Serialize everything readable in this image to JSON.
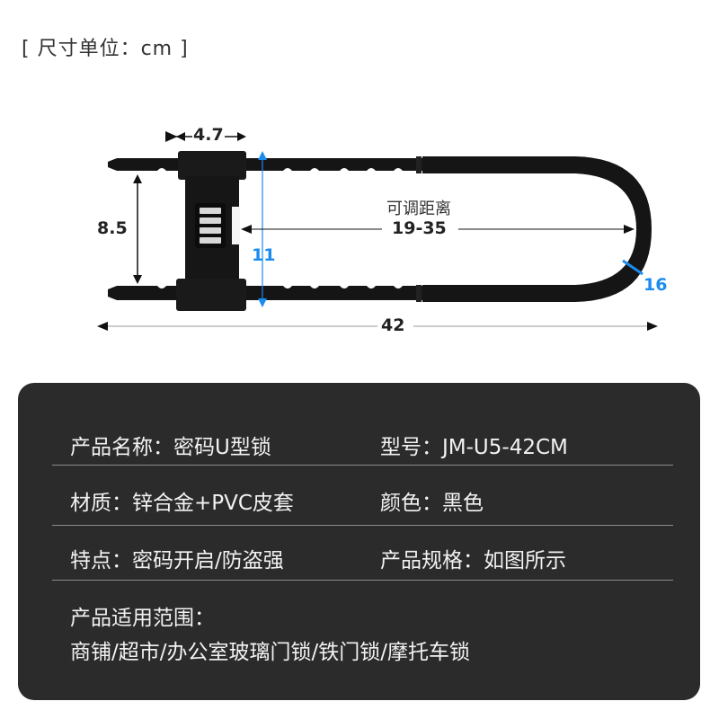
{
  "header": {
    "unit_label": "[ 尺寸单位：cm ]"
  },
  "diagram": {
    "dimensions": {
      "body_width": "4.7",
      "inner_height": "8.5",
      "outer_height": "11",
      "adjustable_caption": "可调距离",
      "adjustable_range": "19-35",
      "shackle_diameter": "16",
      "total_length": "42"
    },
    "colors": {
      "accent_blue": "#1a8cf0",
      "lock_black": "#141414",
      "card_bg": "#2b2b2b"
    }
  },
  "specs": {
    "rows": [
      {
        "left": "产品名称：密码U型锁",
        "right": "型号：JM-U5-42CM"
      },
      {
        "left": "材质：锌合金+PVC皮套",
        "right": "颜色：黑色"
      },
      {
        "left": "特点：密码开启/防盗强",
        "right": "产品规格：如图所示"
      }
    ],
    "usage_title": "产品适用范围：",
    "usage_text": "商铺/超市/办公室玻璃门锁/铁门锁/摩托车锁"
  }
}
